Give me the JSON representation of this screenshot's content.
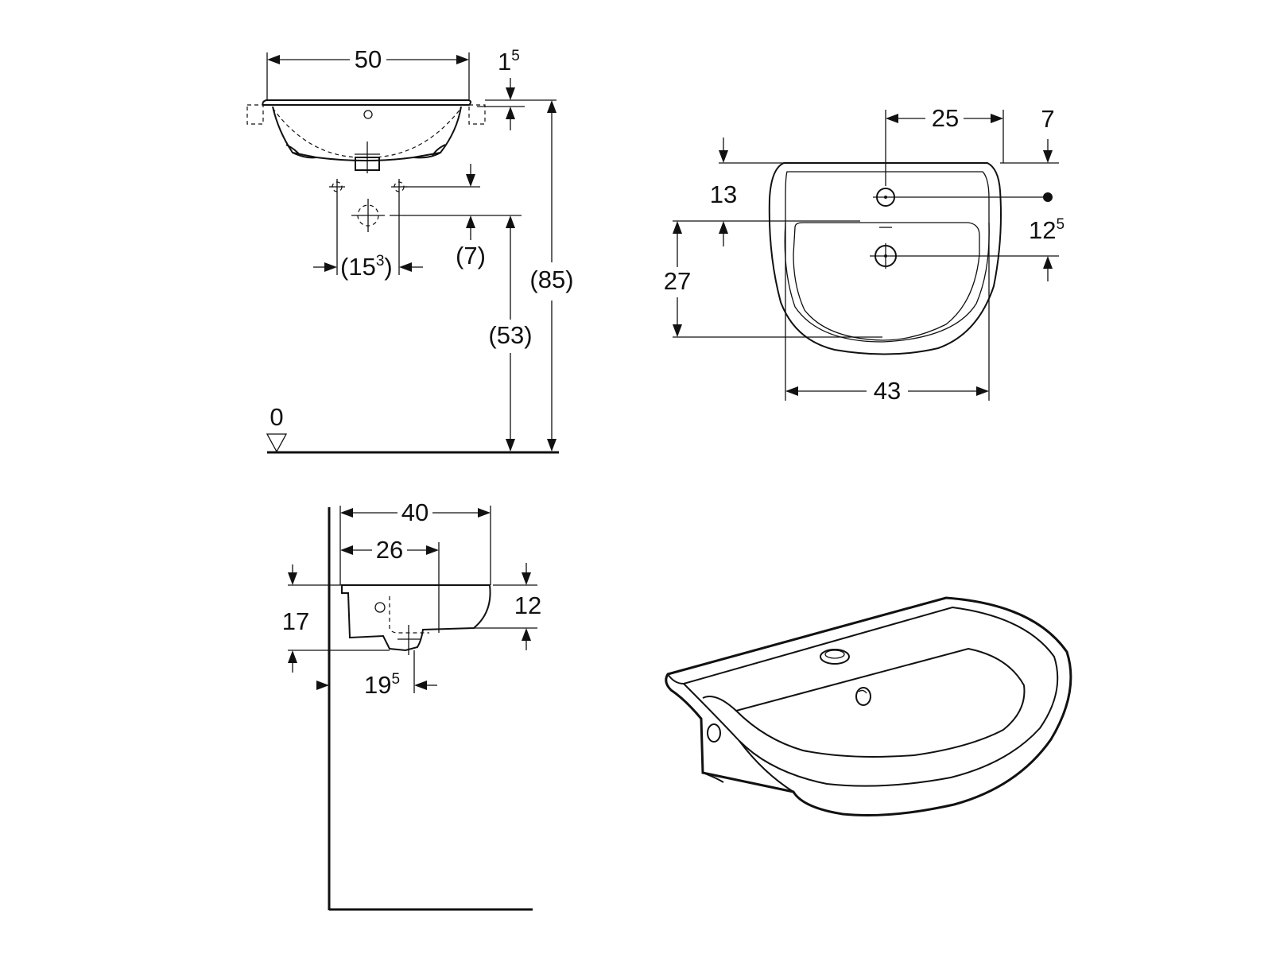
{
  "front_view": {
    "width": "50",
    "rim_thickness": "1",
    "rim_thickness_sup": "5",
    "tap_spacing": "(15",
    "tap_spacing_sup": "3",
    "tap_spacing_close": ")",
    "drain_offset": "(7)",
    "supply_height": "(53)",
    "total_height": "(85)",
    "floor_level": "0"
  },
  "top_view": {
    "tap_hole_offset": "25",
    "rear_offset": "7",
    "tap_hole_depth": "13",
    "overflow_depth": "12",
    "overflow_depth_sup": "5",
    "bowl_depth": "27",
    "bowl_width": "43"
  },
  "side_view": {
    "projection": "40",
    "tap_projection": "26",
    "height": "17",
    "rim_height": "12",
    "drain_projection": "19",
    "drain_projection_sup": "5"
  }
}
